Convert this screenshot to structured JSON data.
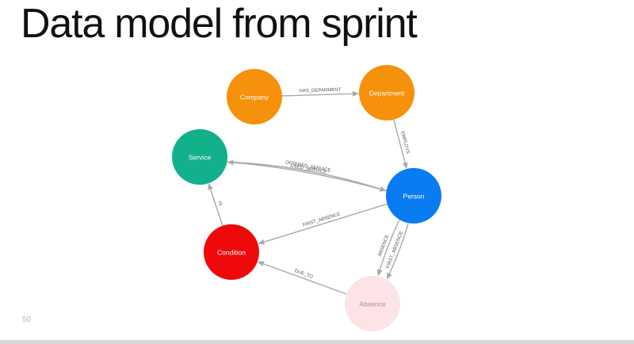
{
  "slide": {
    "title": "Data model from sprint",
    "page_number": "50"
  },
  "diagram": {
    "nodes": [
      {
        "id": "company",
        "label": "Company",
        "color": "#f5910a",
        "text_color": "#ffffff"
      },
      {
        "id": "department",
        "label": "Department",
        "color": "#f5910a",
        "text_color": "#ffffff"
      },
      {
        "id": "service",
        "label": "Service",
        "color": "#12b08b",
        "text_color": "#ffffff"
      },
      {
        "id": "person",
        "label": "Person",
        "color": "#0a7cf2",
        "text_color": "#ffffff"
      },
      {
        "id": "condition",
        "label": "Condition",
        "color": "#ee0a0a",
        "text_color": "#ffffff"
      },
      {
        "id": "absence",
        "label": "Absence",
        "color": "#fbe3e6",
        "text_color": "#b09090"
      }
    ],
    "edges": [
      {
        "id": "has-department",
        "from": "company",
        "to": "department",
        "label": "HAS_DEPARMENT"
      },
      {
        "id": "employs",
        "from": "department",
        "to": "person",
        "label": "EMPLOYS"
      },
      {
        "id": "offered-service",
        "from": "service",
        "to": "person",
        "label": "OFFERED_SERVICE"
      },
      {
        "id": "used-service",
        "from": "person",
        "to": "service",
        "label": "USED_SERVICE"
      },
      {
        "id": "first-absence-condition",
        "from": "person",
        "to": "condition",
        "label": "FIRST_ABSENCE"
      },
      {
        "id": "is",
        "from": "condition",
        "to": "service",
        "label": "IS"
      },
      {
        "id": "first-absence-absence",
        "from": "person",
        "to": "absence",
        "label": "FIRST_ABSENCE"
      },
      {
        "id": "absence",
        "from": "person",
        "to": "absence",
        "label": "ABSENCE"
      },
      {
        "id": "due-to",
        "from": "absence",
        "to": "condition",
        "label": "DUE_TO"
      }
    ]
  }
}
